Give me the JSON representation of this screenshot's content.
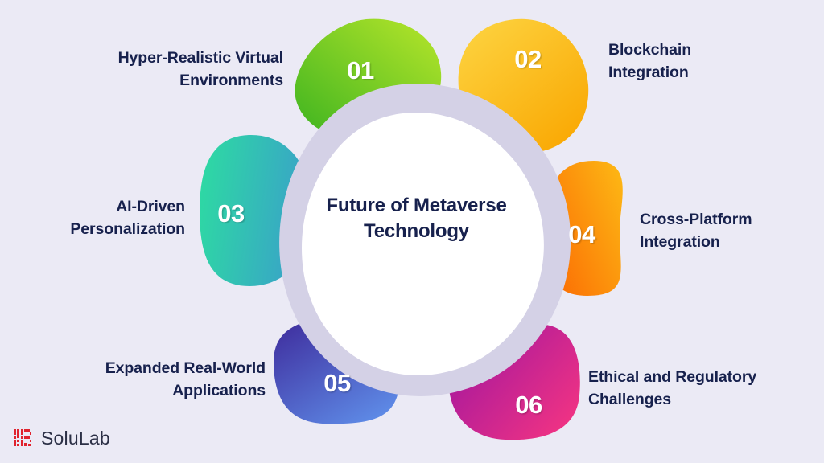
{
  "background_color": "#ebeaf5",
  "center": {
    "title": "Future of Metaverse\nTechnology",
    "fill_color": "#ffffff",
    "ring_color": "#d4d1e6"
  },
  "text_color": "#17214d",
  "items": [
    {
      "number": "01",
      "label": "Hyper-Realistic Virtual\nEnvironments",
      "color_from": "#b2e028",
      "color_to": "#3fb41f",
      "align": "right"
    },
    {
      "number": "02",
      "label": "Blockchain\nIntegration",
      "color_from": "#fdd23a",
      "color_to": "#f9a800",
      "align": "left"
    },
    {
      "number": "03",
      "label": "AI-Driven\nPersonalization",
      "color_from": "#2fd6a6",
      "color_to": "#3b9fc9",
      "align": "right"
    },
    {
      "number": "04",
      "label": "Cross-Platform\nIntegration",
      "color_from": "#fb7004",
      "color_to": "#fdb514",
      "align": "left"
    },
    {
      "number": "05",
      "label": "Expanded Real-World\nApplications",
      "color_from": "#4232a0",
      "color_to": "#5d8ce8",
      "align": "right"
    },
    {
      "number": "06",
      "label": "Ethical and Regulatory\nChallenges",
      "color_from": "#a3199e",
      "color_to": "#f6337f",
      "align": "left"
    }
  ],
  "logo": {
    "name": "SoluLab",
    "mark_color": "#e0232e",
    "text_color": "#2b2f45"
  }
}
